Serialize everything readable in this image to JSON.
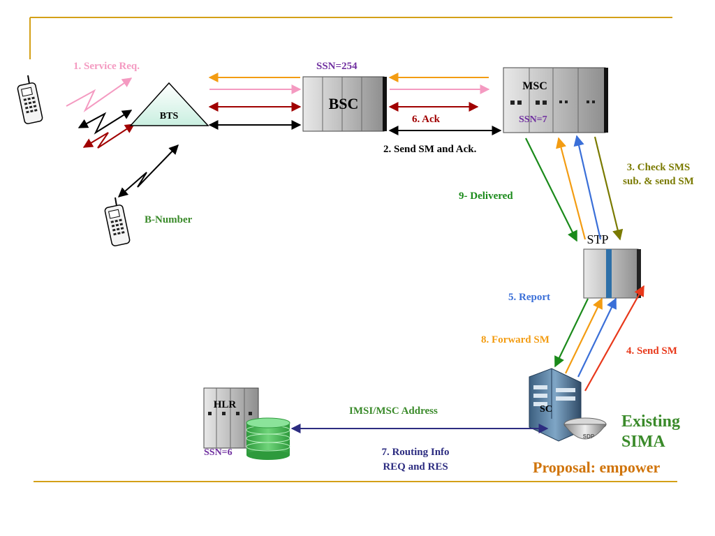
{
  "nodes": {
    "bts": "BTS",
    "bsc": "BSC",
    "msc": "MSC",
    "stp": "STP",
    "hlr": "HLR",
    "sc": "SC",
    "sdp": "SDP"
  },
  "labels": {
    "service_req": "1. Service Req.",
    "ssn_bsc": "SSN=254",
    "ssn_msc": "SSN=7",
    "ssn_hlr": "SSN=6",
    "send_sm_ack": "2. Send SM and Ack.",
    "ack": "6. Ack",
    "check_sms": "3. Check SMS",
    "check_sms_2": "sub. & send SM",
    "delivered": "9- Delivered",
    "b_number": "B-Number",
    "report": "5. Report",
    "forward_sm": "8. Forward SM",
    "send_sm": "4. Send SM",
    "imsi": "IMSI/MSC Address",
    "routing_info": "7. Routing Info",
    "routing_info_2": "REQ and RES",
    "existing": "Existing",
    "sima": "SIMA",
    "proposal": "Proposal: empower"
  },
  "colors": {
    "frame": "#d4a017",
    "orange": "#f39c12",
    "pink": "#f49ac1",
    "darkred": "#a00000",
    "black": "#000000",
    "green": "#1a8a1a",
    "blue": "#3a6fd8",
    "olive": "#7a7a00",
    "red": "#e8381a",
    "navy": "#2c2c80",
    "label_green": "#3a8a2a",
    "label_purple": "#7030a0",
    "label_blue": "#3a6fd8",
    "label_orange": "#f39c12",
    "label_red": "#e8381a",
    "proposal": "#d0740a"
  }
}
